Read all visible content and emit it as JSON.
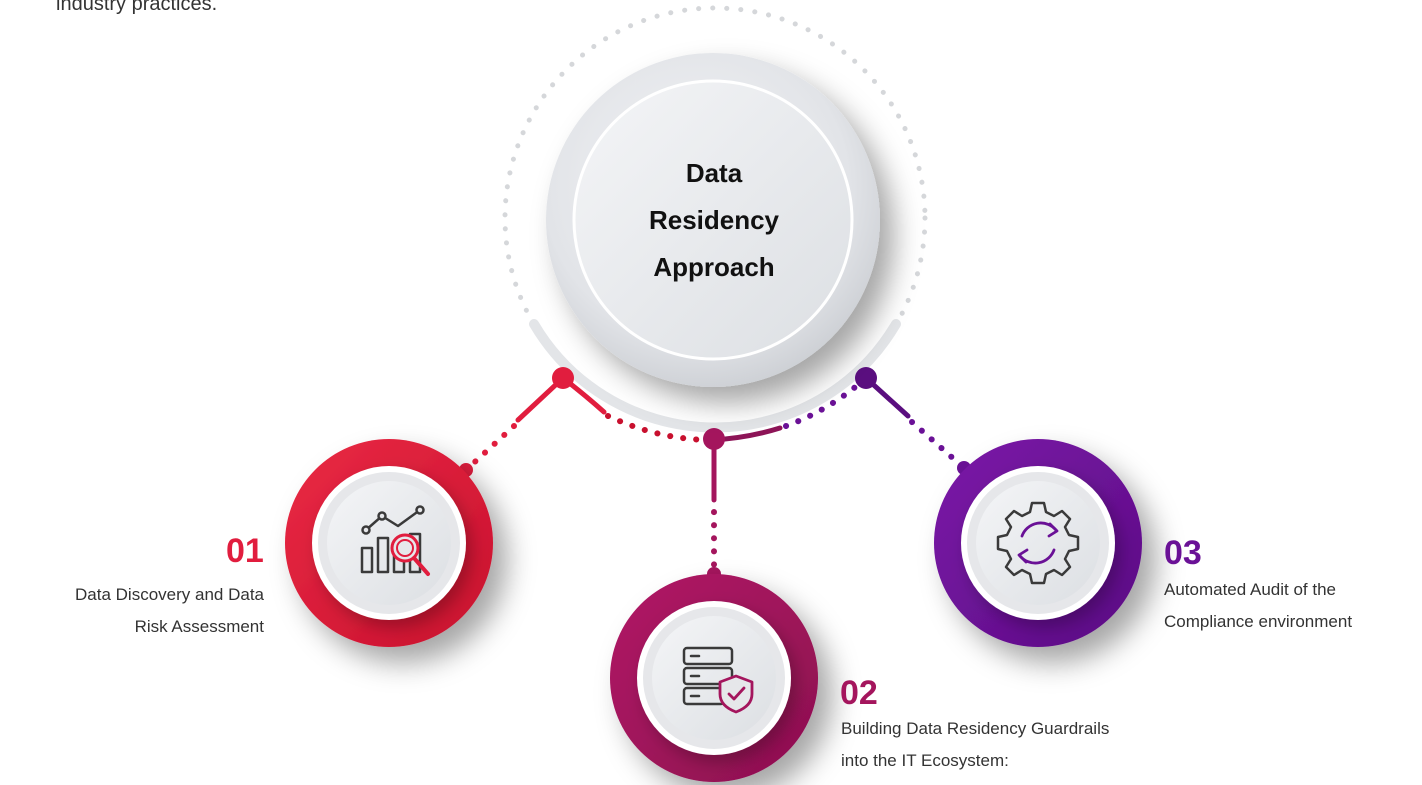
{
  "intro": {
    "text": "industry practices."
  },
  "center": {
    "title_lines": [
      "Data",
      "Residency",
      "Approach"
    ]
  },
  "steps": [
    {
      "number": "01",
      "label_lines": [
        "Data Discovery and Data",
        "Risk Assessment"
      ],
      "icon": "data-analytics-search-icon",
      "color": "#e11d3e"
    },
    {
      "number": "02",
      "label_lines": [
        "Building Data Residency Guardrails",
        "into the IT Ecosystem:"
      ],
      "icon": "server-shield-icon",
      "color": "#a4155d"
    },
    {
      "number": "03",
      "label_lines": [
        "Automated Audit of the",
        "Compliance environment"
      ],
      "icon": "gear-refresh-icon",
      "color": "#6a1196"
    }
  ]
}
